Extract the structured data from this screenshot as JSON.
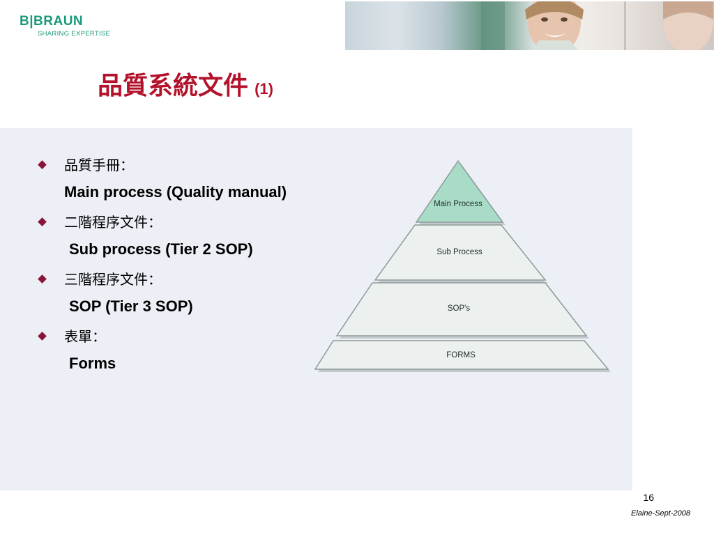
{
  "header": {
    "brand": "B|BRAUN",
    "tagline": "SHARING EXPERTISE"
  },
  "title": {
    "main": "品質系統文件",
    "number": "(1)"
  },
  "bullets": [
    {
      "label": "品質手冊：",
      "sub": "Main process (Quality manual)"
    },
    {
      "label": "二階程序文件：",
      "sub": "Sub process (Tier 2 SOP)"
    },
    {
      "label": "三階程序文件：",
      "sub": "SOP (Tier 3 SOP)"
    },
    {
      "label": "表單：",
      "sub": "Forms"
    }
  ],
  "pyramid": {
    "tiers": [
      "Main Process",
      "Sub Process",
      "SOP's",
      "FORMS"
    ]
  },
  "footer": {
    "page_number": "16",
    "credit": "Elaine-Sept-2008"
  },
  "colors": {
    "brand_green": "#1a9a7a",
    "title_red": "#b3122b",
    "bullet_maroon": "#8a1538",
    "panel_background": "#ecf0f6",
    "top_tier_fill": "#a9dcc6",
    "lower_tier_fill": "#ecf1ef"
  }
}
